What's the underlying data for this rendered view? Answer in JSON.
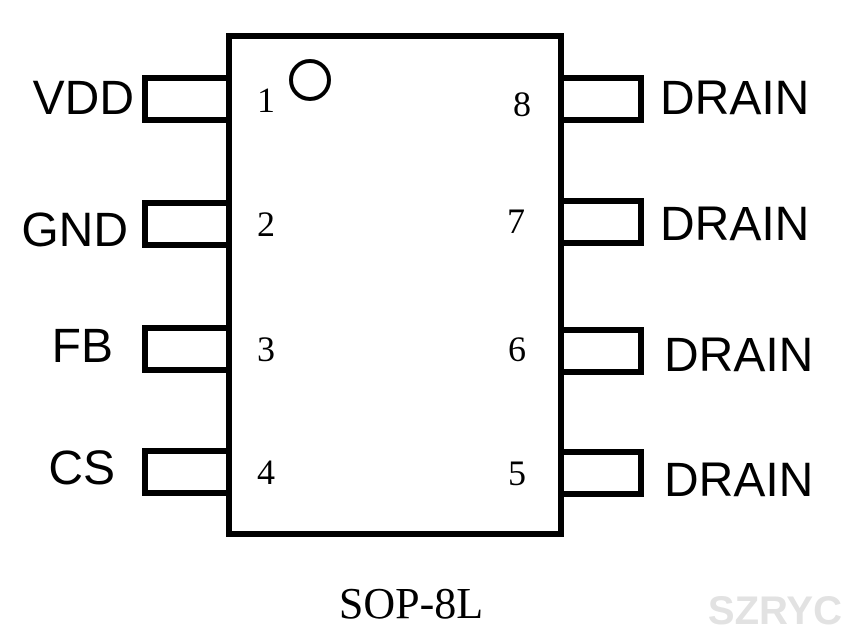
{
  "package": {
    "name": "SOP-8L"
  },
  "pins": {
    "left": [
      {
        "number": "1",
        "label": "VDD"
      },
      {
        "number": "2",
        "label": "GND"
      },
      {
        "number": "3",
        "label": "FB"
      },
      {
        "number": "4",
        "label": "CS"
      }
    ],
    "right": [
      {
        "number": "8",
        "label": "DRAIN"
      },
      {
        "number": "7",
        "label": "DRAIN"
      },
      {
        "number": "6",
        "label": "DRAIN"
      },
      {
        "number": "5",
        "label": "DRAIN"
      }
    ]
  },
  "watermark": "SZRYC",
  "colors": {
    "line": "#000000",
    "background": "#ffffff",
    "watermark": "#e2e2e2"
  }
}
